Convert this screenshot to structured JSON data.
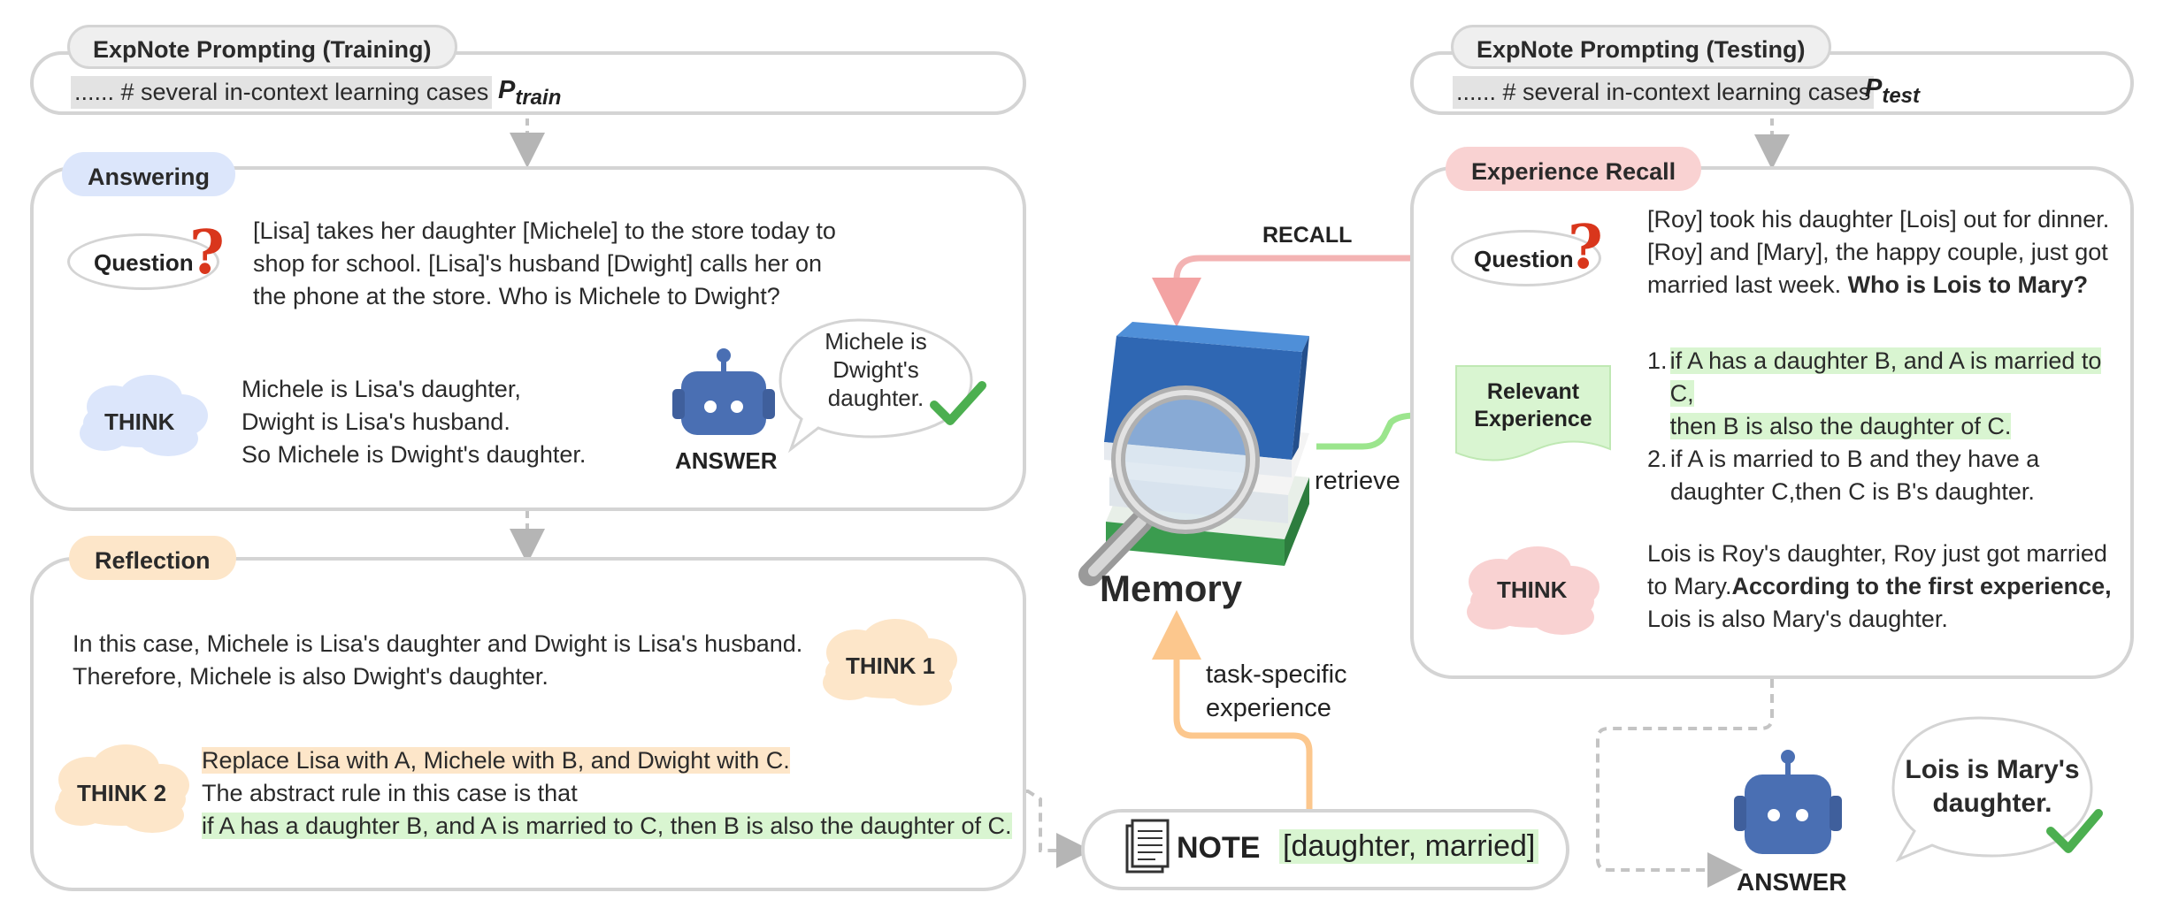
{
  "training": {
    "title": "ExpNote Prompting (Training)",
    "context": "...... # several in-context learning cases",
    "p_symbol": "P",
    "p_sub": "train"
  },
  "testing": {
    "title": "ExpNote Prompting (Testing)",
    "context": "...... # several in-context learning cases",
    "p_symbol": "P",
    "p_sub": "test"
  },
  "answering": {
    "title": "Answering",
    "question_label": "Question",
    "question_lines": [
      "[Lisa] takes her daughter [Michele] to the store today to",
      "shop for school. [Lisa]'s husband [Dwight] calls her on",
      "the phone at the store. Who is Michele to Dwight?"
    ],
    "think_label": "THINK",
    "think_lines": [
      "Michele is Lisa's daughter,",
      "Dwight is Lisa's husband.",
      "So Michele is Dwight's daughter."
    ],
    "answer_label": "ANSWER",
    "bubble_lines": [
      "Michele is",
      "Dwight's",
      "daughter."
    ]
  },
  "reflection": {
    "title": "Reflection",
    "think1_label": "THINK 1",
    "think1_lines": [
      "In this case, Michele is Lisa's daughter and Dwight is Lisa's husband.",
      "Therefore, Michele is also Dwight's daughter."
    ],
    "think2_label": "THINK 2",
    "think2_line1": "Replace Lisa with A, Michele with B, and Dwight with C.",
    "think2_line2": "The abstract rule in this case is that",
    "think2_line3": "if A has a daughter B, and A is married to C, then B is also the daughter of C."
  },
  "memory": {
    "label": "Memory",
    "recall": "RECALL",
    "retrieve": "retrieve",
    "task_specific_1": "task-specific",
    "task_specific_2": "experience"
  },
  "note": {
    "label": "NOTE",
    "keywords": "[daughter, married]"
  },
  "recall_panel": {
    "title": "Experience Recall",
    "question_label": "Question",
    "question_line1": "[Roy] took his daughter [Lois] out for dinner.",
    "question_line2": "[Roy] and [Mary], the happy couple, just got",
    "question_line3a": "married last week. ",
    "question_line3b": "Who is Lois to Mary?",
    "relevant_label_1": "Relevant",
    "relevant_label_2": "Experience",
    "exp1_num": "1.",
    "exp1_line1": "if A has a daughter B, and A is married to C,",
    "exp1_line2": "then B is also the daughter of C.",
    "exp2_num": "2.",
    "exp2_line1": "if A is married to B and they have a",
    "exp2_line2": "daughter C,then C is B's daughter.",
    "think_label": "THINK",
    "think_line1": "Lois is Roy's daughter, Roy just got married",
    "think_line2a": "to Mary.",
    "think_line2b": "According to the first experience,",
    "think_line3": "Lois is also Mary's daughter."
  },
  "final": {
    "answer_label": "ANSWER",
    "bubble_line1": "Lois is Mary's",
    "bubble_line2": "daughter."
  },
  "colors": {
    "border_gray": "#d4d4d4",
    "blue_tag": "#dce6fb",
    "orange_tag": "#fde6c9",
    "red_tag": "#f9d2d2",
    "green_highlight": "#d9f5d1",
    "check_green": "#4caf50",
    "question_red": "#d9361c",
    "robot_blue": "#4a6fb3"
  },
  "icons": [
    "question-mark-icon",
    "robot-icon",
    "check-icon",
    "memory-book-icon",
    "magnifier-icon",
    "note-icon",
    "think-cloud-icon"
  ]
}
